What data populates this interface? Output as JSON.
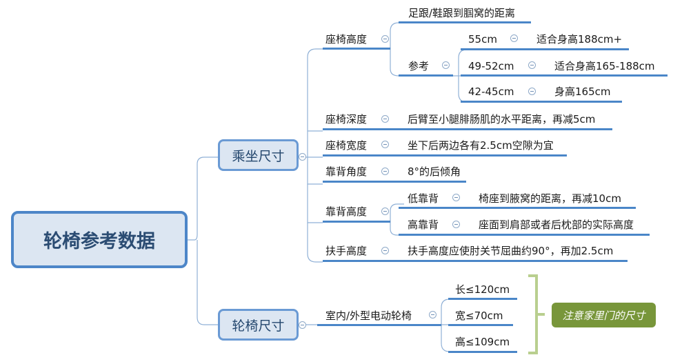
{
  "root": {
    "label": "轮椅参考数据"
  },
  "ride": {
    "label": "乘坐尺寸",
    "seat_height": {
      "label": "座椅高度",
      "measure": "足跟/鞋跟到腘窝的距离",
      "reference": {
        "label": "参考",
        "rows": [
          {
            "size": "55cm",
            "fit": "适合身高188cm+"
          },
          {
            "size": "49-52cm",
            "fit": "适合身高165-188cm"
          },
          {
            "size": "42-45cm",
            "fit": "身高165cm"
          }
        ]
      }
    },
    "seat_depth": {
      "label": "座椅深度",
      "value": "后臂至小腿腓肠肌的水平距离，再减5cm"
    },
    "seat_width": {
      "label": "座椅宽度",
      "value": "坐下后两边各有2.5cm空隙为宜"
    },
    "back_angle": {
      "label": "靠背角度",
      "value": "8°的后倾角"
    },
    "back_height": {
      "label": "靠背高度",
      "low": {
        "label": "低靠背",
        "value": "椅座到腋窝的距离，再减10cm"
      },
      "high": {
        "label": "高靠背",
        "value": "座面到肩部或者后枕部的实际高度"
      }
    },
    "armrest": {
      "label": "扶手高度",
      "value": "扶手高度应使肘关节屈曲约90°，再加2.5cm"
    }
  },
  "wheelchair": {
    "label": "轮椅尺寸",
    "type": {
      "label": "室内/外型电动轮椅"
    },
    "length": "长≤120cm",
    "width": "宽≤70cm",
    "height": "高≤109cm",
    "note": "注意家里门的尺寸"
  },
  "colors": {
    "line": "#4a86c8",
    "connector": "#8fb0d6",
    "bracket": "#b9cf8f",
    "note": "#78963a"
  }
}
